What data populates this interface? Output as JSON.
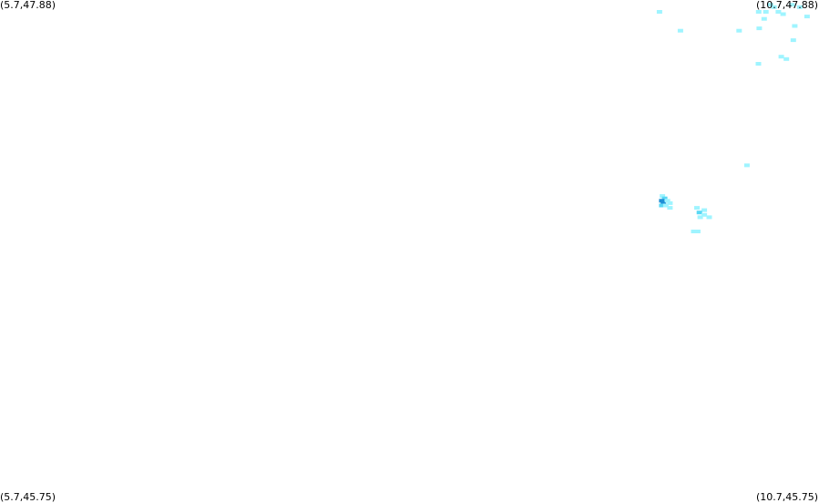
{
  "corner_labels": {
    "top_left": "(5.7,47.88)",
    "top_right": "(10.7,47.88)",
    "bottom_left": "(5.7,45.75)",
    "bottom_right": "(10.7,45.75)"
  },
  "bounds": {
    "lon_min": 5.7,
    "lon_max": 10.7,
    "lat_min": 45.75,
    "lat_max": 47.88
  },
  "colors": {
    "background": "#ffffff",
    "light": "#9ff4ff",
    "medium": "#59d8f5",
    "strong": "#1e8fd6"
  },
  "precip_cells": [
    {
      "lon": 9.726,
      "lat": 47.83,
      "level": "light"
    },
    {
      "lon": 9.854,
      "lat": 47.75,
      "level": "light"
    },
    {
      "lon": 10.212,
      "lat": 47.75,
      "level": "light"
    },
    {
      "lon": 10.332,
      "lat": 47.83,
      "level": "light"
    },
    {
      "lon": 10.365,
      "lat": 47.8,
      "level": "light"
    },
    {
      "lon": 10.376,
      "lat": 47.83,
      "level": "light"
    },
    {
      "lon": 10.404,
      "lat": 47.86,
      "level": "light"
    },
    {
      "lon": 10.426,
      "lat": 47.85,
      "level": "light"
    },
    {
      "lon": 10.452,
      "lat": 47.83,
      "level": "light"
    },
    {
      "lon": 10.481,
      "lat": 47.82,
      "level": "light"
    },
    {
      "lon": 10.535,
      "lat": 47.86,
      "level": "light"
    },
    {
      "lon": 10.582,
      "lat": 47.85,
      "level": "light"
    },
    {
      "lon": 10.627,
      "lat": 47.81,
      "level": "light"
    },
    {
      "lon": 10.335,
      "lat": 47.76,
      "level": "light"
    },
    {
      "lon": 10.552,
      "lat": 47.77,
      "level": "light"
    },
    {
      "lon": 10.543,
      "lat": 47.71,
      "level": "light"
    },
    {
      "lon": 10.47,
      "lat": 47.64,
      "level": "light"
    },
    {
      "lon": 10.501,
      "lat": 47.63,
      "level": "light"
    },
    {
      "lon": 10.33,
      "lat": 47.61,
      "level": "light"
    },
    {
      "lon": 10.26,
      "lat": 47.18,
      "level": "light"
    },
    {
      "lon": 9.744,
      "lat": 47.05,
      "level": "light"
    },
    {
      "lon": 9.758,
      "lat": 47.04,
      "level": "medium"
    },
    {
      "lon": 9.74,
      "lat": 47.03,
      "level": "strong"
    },
    {
      "lon": 9.75,
      "lat": 47.02,
      "level": "strong"
    },
    {
      "lon": 9.775,
      "lat": 47.03,
      "level": "light"
    },
    {
      "lon": 9.79,
      "lat": 47.02,
      "level": "light"
    },
    {
      "lon": 9.74,
      "lat": 47.01,
      "level": "medium"
    },
    {
      "lon": 9.765,
      "lat": 47.01,
      "level": "light"
    },
    {
      "lon": 9.79,
      "lat": 47.0,
      "level": "light"
    },
    {
      "lon": 9.955,
      "lat": 47.0,
      "level": "light"
    },
    {
      "lon": 10.0,
      "lat": 46.99,
      "level": "light"
    },
    {
      "lon": 9.97,
      "lat": 46.98,
      "level": "medium"
    },
    {
      "lon": 10.0,
      "lat": 46.97,
      "level": "light"
    },
    {
      "lon": 10.03,
      "lat": 46.96,
      "level": "light"
    },
    {
      "lon": 9.975,
      "lat": 46.96,
      "level": "light"
    },
    {
      "lon": 9.935,
      "lat": 46.9,
      "level": "light"
    },
    {
      "lon": 9.96,
      "lat": 46.9,
      "level": "light"
    }
  ]
}
